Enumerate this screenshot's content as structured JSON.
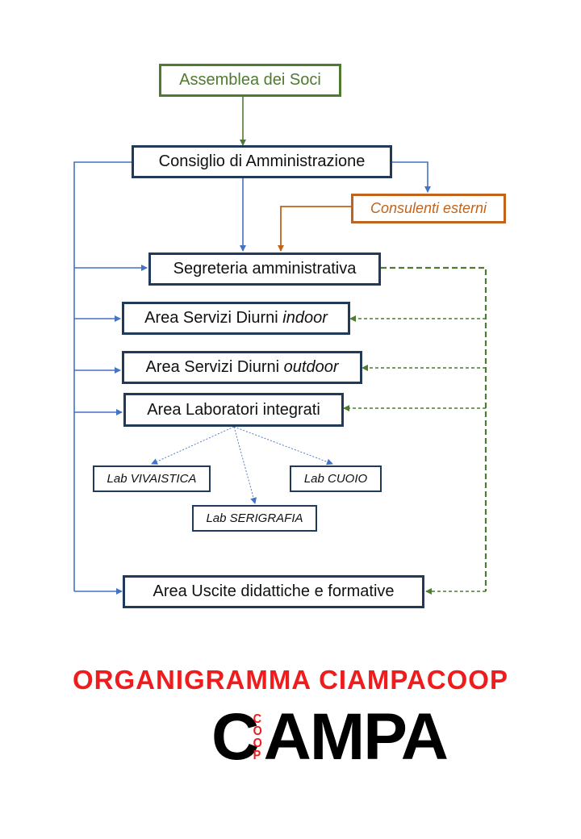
{
  "nodes": {
    "assemblea": "Assemblea dei Soci",
    "consiglio": "Consiglio di Amministrazione",
    "consulenti": "Consulenti esterni",
    "segreteria": "Segreteria amministrativa",
    "indoor_prefix": "Area Servizi Diurni ",
    "indoor_em": "indoor",
    "outdoor_prefix": "Area Servizi Diurni ",
    "outdoor_em": "outdoor",
    "laboratori": "Area Laboratori integrati",
    "lab_vivaistica": "Lab VIVAISTICA",
    "lab_cuoio": "Lab CUOIO",
    "lab_serigrafia": "Lab SERIGRAFIA",
    "uscite": "Area Uscite didattiche e formative"
  },
  "title": "ORGANIGRAMMA CIAMPACOOP",
  "logo": {
    "first": "C",
    "coop": [
      "C",
      "O",
      "O",
      "P"
    ],
    "rest": "AMPA"
  },
  "colors": {
    "box_border": "#1f3a5a",
    "blue_line": "#4472c4",
    "green": "#4e7b2f",
    "orange": "#c0631c",
    "title_red": "#ee1c1c"
  }
}
